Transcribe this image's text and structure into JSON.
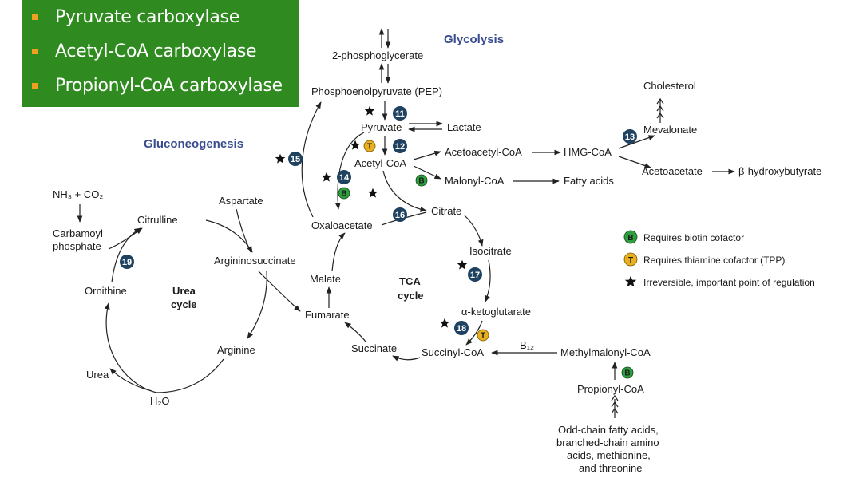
{
  "bullets": [
    "Pyruvate carboxylase",
    "Acetyl-CoA carboxylase",
    "Propionyl-CoA carboxylase"
  ],
  "titles": {
    "glycolysis": "Glycolysis",
    "gluconeogenesis": "Gluconeogenesis"
  },
  "metabolites": {
    "pg2": "2-phosphoglycerate",
    "pep": "Phosphoenolpyruvate (PEP)",
    "pyruvate": "Pyruvate",
    "lactate": "Lactate",
    "acetylcoa": "Acetyl-CoA",
    "acetoacetylcoa": "Acetoacetyl-CoA",
    "hmgcoa": "HMG-CoA",
    "malonylcoa": "Malonyl-CoA",
    "fattyacids": "Fatty acids",
    "cholesterol": "Cholesterol",
    "mevalonate": "Mevalonate",
    "acetoacetate": "Acetoacetate",
    "hydroxybutyrate": "β-hydroxybutyrate",
    "nh3co2": "NH₃ + CO₂",
    "carbamoyl1": "Carbamoyl",
    "carbamoyl2": "phosphate",
    "citrulline": "Citrulline",
    "aspartate": "Aspartate",
    "argininosuccinate": "Argininosuccinate",
    "ornithine": "Ornithine",
    "arginine": "Arginine",
    "urea": "Urea",
    "h2o": "H₂O",
    "oxaloacetate": "Oxaloacetate",
    "citrate": "Citrate",
    "isocitrate": "Isocitrate",
    "akg": "α-ketoglutarate",
    "succinylcoa": "Succinyl-CoA",
    "succinate": "Succinate",
    "fumarate": "Fumarate",
    "malate": "Malate",
    "b12": "B₁₂",
    "methylmalonylcoa": "Methylmalonyl-CoA",
    "propionylcoa": "Propionyl-CoA",
    "oddchain1": "Odd-chain fatty acids,",
    "oddchain2": "branched-chain amino",
    "oddchain3": "acids, methionine,",
    "oddchain4": "and threonine"
  },
  "cycles": {
    "urea1": "Urea",
    "urea2": "cycle",
    "tca1": "TCA",
    "tca2": "cycle"
  },
  "steps": [
    "11",
    "12",
    "13",
    "14",
    "15",
    "16",
    "17",
    "18",
    "19"
  ],
  "cofactor_letters": {
    "biotin": "B",
    "thiamine": "T"
  },
  "legend": {
    "biotin": "Requires biotin cofactor",
    "thiamine": "Requires thiamine cofactor (TPP)",
    "irreversible": "Irreversible, important point of regulation"
  },
  "colors": {
    "banner": "#2f8a1f",
    "bullet": "#f0a020",
    "step_badge": "#1f4260",
    "biotin": "#2e9e3e",
    "thiamine": "#e8b020",
    "title": "#3a4d8f"
  }
}
